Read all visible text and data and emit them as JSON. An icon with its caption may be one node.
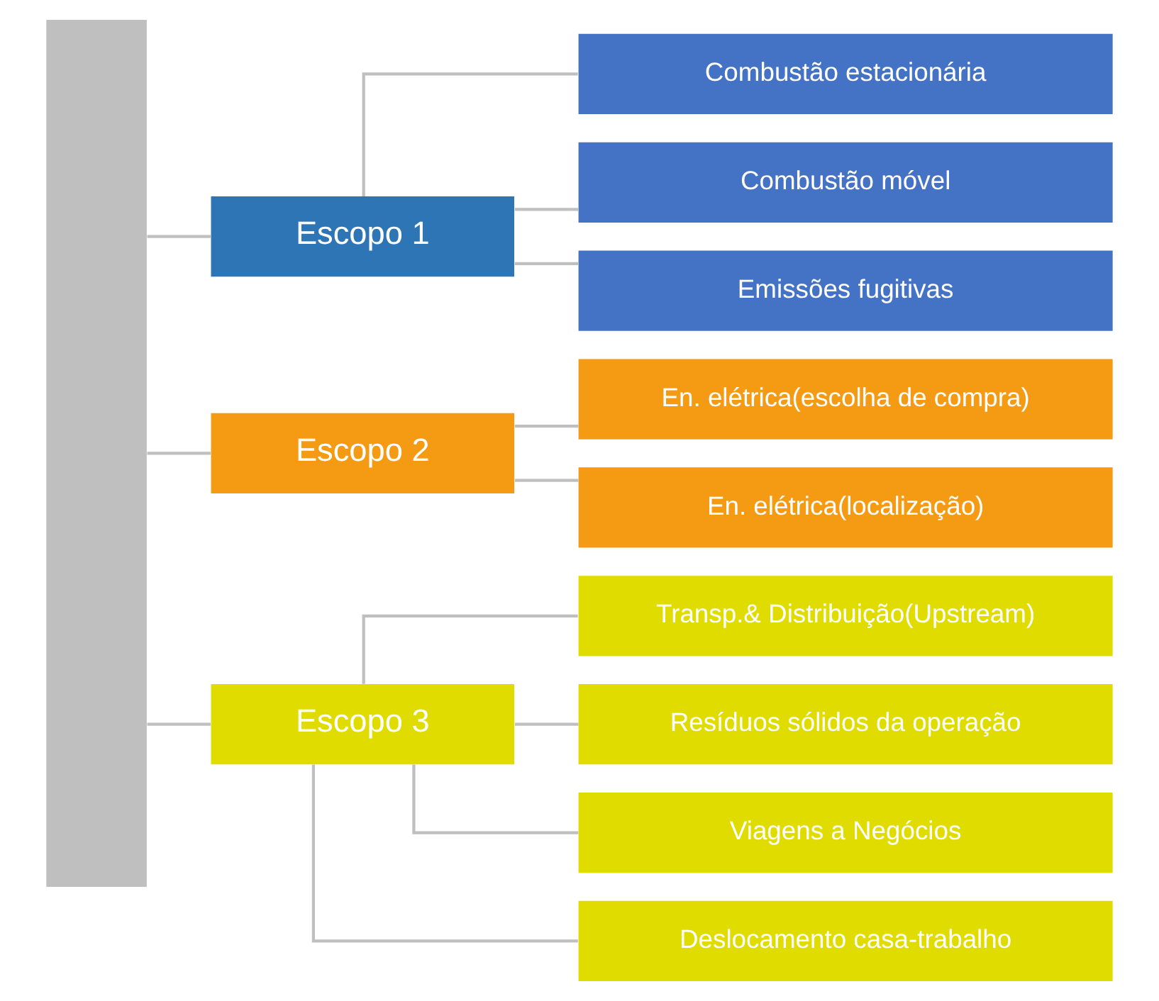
{
  "diagram": {
    "nodes": [
      {
        "text": [],
        "shape": "box"
      },
      {
        "text": [
          "Escopo 1"
        ]
      },
      {
        "text": [
          "Combustão estacionária"
        ]
      },
      {
        "text": [
          "Combustão móvel"
        ]
      },
      {
        "text": [
          "Emissões fugitivas"
        ]
      },
      {
        "text": [
          "Escopo 2"
        ]
      },
      {
        "text": [
          "En. elétrica(escolha de compra)"
        ]
      },
      {
        "text": [
          "En. elétrica(localização)"
        ]
      },
      {
        "text": [
          "Escopo 3"
        ]
      },
      {
        "text": [
          "Transp.& Distribuição(Upstream)"
        ]
      },
      {
        "text": [
          "Resíduos sólidos da operação"
        ]
      },
      {
        "text": [
          "Viagens a Negócios"
        ]
      },
      {
        "text": [
          "Deslocamento casa-trabalho"
        ]
      }
    ],
    "edges": [
      {
        "from": 0,
        "to": 1,
        "arrow": "none"
      },
      {
        "from": 0,
        "to": 5,
        "arrow": "none"
      },
      {
        "from": 0,
        "to": 8,
        "arrow": "none"
      },
      {
        "from": 1,
        "to": 2,
        "arrow": "none"
      },
      {
        "from": 1,
        "to": 3,
        "arrow": "none"
      },
      {
        "from": 1,
        "to": 4,
        "arrow": "none"
      },
      {
        "from": 5,
        "to": 6,
        "arrow": "none"
      },
      {
        "from": 5,
        "to": 7,
        "arrow": "none"
      },
      {
        "from": 8,
        "to": 9,
        "arrow": "none"
      },
      {
        "from": 8,
        "to": 10,
        "arrow": "none"
      },
      {
        "from": 8,
        "to": 11,
        "arrow": "none"
      },
      {
        "from": 8,
        "to": 12,
        "arrow": "none"
      }
    ]
  }
}
